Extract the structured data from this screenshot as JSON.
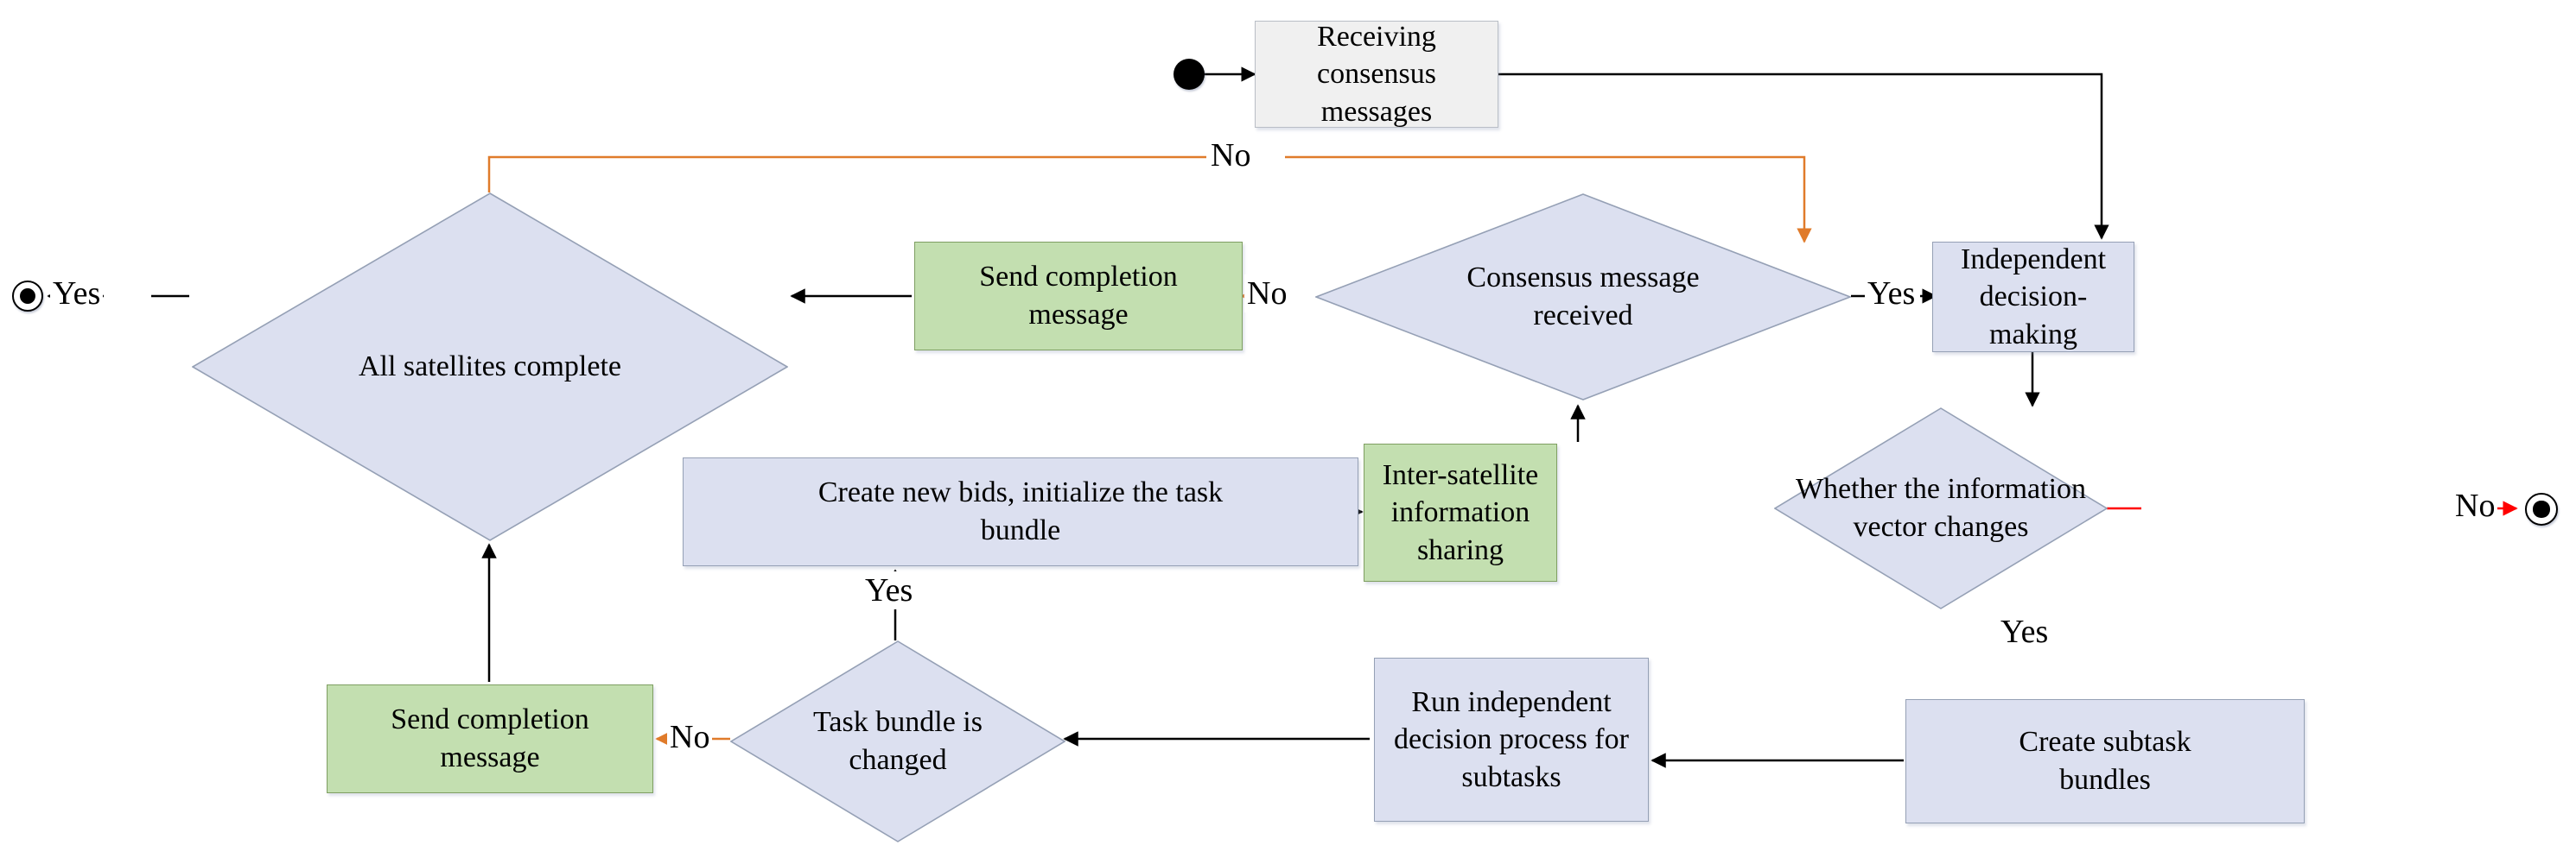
{
  "diagram": {
    "title": "Satellite consensus and independent decision-making flowchart",
    "colors": {
      "process_fill": "#dce0f0",
      "highlight_fill": "#c3dfb0",
      "start_fill": "#f0f0f0",
      "shape_stroke": "#95a0b5",
      "edge_default": "#000000",
      "edge_no_loop": "#e07b2a",
      "edge_no_end": "#ff0000"
    },
    "nodes": [
      {
        "id": "start",
        "type": "start-dot",
        "label": ""
      },
      {
        "id": "receiving-consensus-messages",
        "type": "process",
        "style": "grey",
        "label": "Receiving consensus messages",
        "line1": "Receiving consensus",
        "line2": "messages"
      },
      {
        "id": "independent-decision-making",
        "type": "process",
        "style": "blue",
        "label": "Independent decision-making",
        "line1": "Independent",
        "line2": "decision-making"
      },
      {
        "id": "consensus-message-received",
        "type": "decision",
        "label": "Consensus message received",
        "line1": "Consensus message",
        "line2": "received"
      },
      {
        "id": "send-completion-message-top",
        "type": "process",
        "style": "green",
        "label": "Send completion message",
        "line1": "Send completion",
        "line2": "message"
      },
      {
        "id": "all-satellites-complete",
        "type": "decision",
        "label": "All satellites complete",
        "line1": "All satellites complete",
        "line2": ""
      },
      {
        "id": "whether-information-vector-changes",
        "type": "decision",
        "label": "Whether the information vector changes",
        "line1": "Whether the information",
        "line2": "vector changes"
      },
      {
        "id": "inter-satellite-information-sharing",
        "type": "process",
        "style": "green",
        "label": "Inter-satellite information sharing",
        "line1": "Inter-satellite",
        "line2": "information sharing"
      },
      {
        "id": "create-new-bids",
        "type": "process",
        "style": "blue",
        "label": "Create new bids, initialize the task bundle",
        "line1": "Create new bids, initialize the task",
        "line2": "bundle"
      },
      {
        "id": "create-subtask-bundles",
        "type": "process",
        "style": "blue",
        "label": "Create subtask bundles",
        "line1": "Create subtask",
        "line2": "bundles"
      },
      {
        "id": "run-independent-decision-process",
        "type": "process",
        "style": "blue",
        "label": "Run independent decision process for subtasks",
        "line1": "Run independent",
        "line2": "decision process for",
        "line3": "subtasks"
      },
      {
        "id": "task-bundle-is-changed",
        "type": "decision",
        "label": "Task bundle is changed",
        "line1": "Task bundle is",
        "line2": "changed"
      },
      {
        "id": "send-completion-message-bottom",
        "type": "process",
        "style": "green",
        "label": "Send completion message",
        "line1": "Send completion",
        "line2": "message"
      },
      {
        "id": "end-left",
        "type": "end-ring",
        "label": ""
      },
      {
        "id": "end-right",
        "type": "end-ring",
        "label": ""
      }
    ],
    "edge_labels": {
      "yes_all_satellites_complete": "Yes",
      "no_consensus_loop": "No",
      "yes_consensus_received": "Yes",
      "no_consensus_received": "No",
      "no_vector_changes": "No",
      "yes_vector_changes": "Yes",
      "yes_task_bundle_changed": "Yes",
      "no_task_bundle_changed": "No"
    },
    "edges": [
      {
        "from": "start",
        "to": "receiving-consensus-messages",
        "label": ""
      },
      {
        "from": "receiving-consensus-messages",
        "to": "independent-decision-making",
        "label": ""
      },
      {
        "from": "independent-decision-making",
        "to": "whether-information-vector-changes",
        "label": ""
      },
      {
        "from": "whether-information-vector-changes",
        "to": "end-right",
        "label": "No"
      },
      {
        "from": "whether-information-vector-changes",
        "to": "create-subtask-bundles",
        "label": "Yes"
      },
      {
        "from": "create-subtask-bundles",
        "to": "run-independent-decision-process",
        "label": ""
      },
      {
        "from": "run-independent-decision-process",
        "to": "task-bundle-is-changed",
        "label": ""
      },
      {
        "from": "task-bundle-is-changed",
        "to": "send-completion-message-bottom",
        "label": "No"
      },
      {
        "from": "task-bundle-is-changed",
        "to": "create-new-bids",
        "label": "Yes"
      },
      {
        "from": "create-new-bids",
        "to": "inter-satellite-information-sharing",
        "label": ""
      },
      {
        "from": "inter-satellite-information-sharing",
        "to": "consensus-message-received",
        "label": ""
      },
      {
        "from": "consensus-message-received",
        "to": "independent-decision-making",
        "label": "Yes"
      },
      {
        "from": "consensus-message-received",
        "to": "send-completion-message-top",
        "label": "No"
      },
      {
        "from": "send-completion-message-top",
        "to": "all-satellites-complete",
        "label": ""
      },
      {
        "from": "send-completion-message-bottom",
        "to": "all-satellites-complete",
        "label": ""
      },
      {
        "from": "all-satellites-complete",
        "to": "end-left",
        "label": "Yes"
      },
      {
        "from": "all-satellites-complete",
        "to": "independent-decision-making",
        "label": "No"
      }
    ]
  }
}
